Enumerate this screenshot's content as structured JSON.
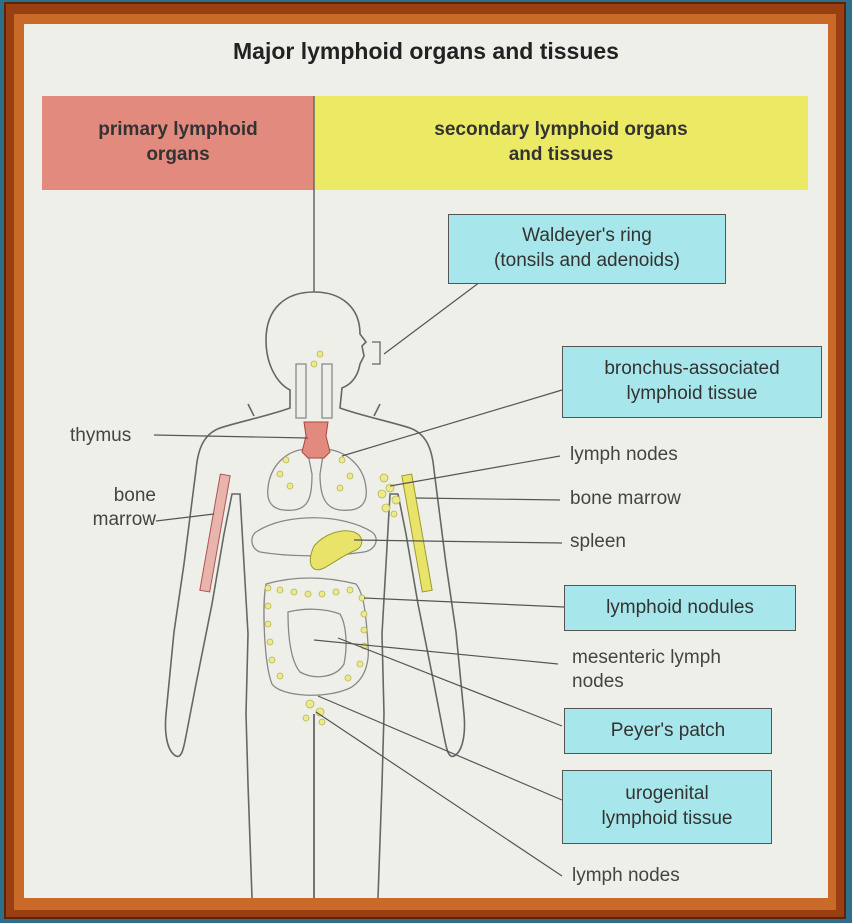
{
  "title": "Major lymphoid organs and tissues",
  "header": {
    "primary_line1": "primary lymphoid",
    "primary_line2": "organs",
    "secondary_line1": "secondary lymphoid organs",
    "secondary_line2": "and tissues"
  },
  "left_labels": {
    "thymus": "thymus",
    "bone_marrow_line1": "bone",
    "bone_marrow_line2": "marrow"
  },
  "right_labels": {
    "waldeyer_line1": "Waldeyer's ring",
    "waldeyer_line2": "(tonsils and adenoids)",
    "bronchus_line1": "bronchus-associated",
    "bronchus_line2": "lymphoid tissue",
    "lymph_nodes_upper": "lymph nodes",
    "bone_marrow": "bone marrow",
    "spleen": "spleen",
    "lymphoid_nodules": "lymphoid nodules",
    "mesenteric_line1": "mesenteric lymph",
    "mesenteric_line2": "nodes",
    "peyers_patch": "Peyer's patch",
    "urogenital_line1": "urogenital",
    "urogenital_line2": "lymphoid tissue",
    "lymph_nodes_lower": "lymph nodes"
  },
  "colors": {
    "primary_header": "#e38a7e",
    "secondary_header": "#ecea64",
    "callout_box": "#a7e6ea",
    "lymphoid_yellow": "#e9e36a",
    "thymus_red": "#e38a7e"
  }
}
